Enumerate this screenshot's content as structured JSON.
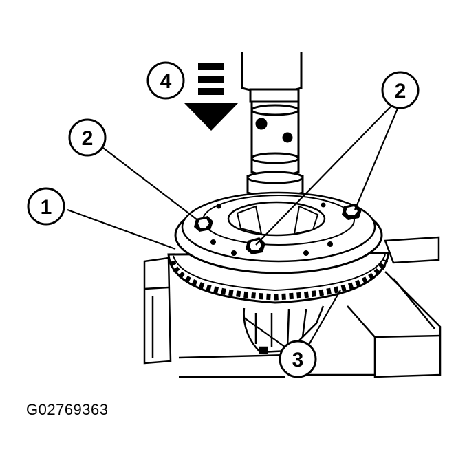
{
  "figure": {
    "id_label": "G02769363",
    "callouts": [
      {
        "key": "callout-1",
        "label": "1"
      },
      {
        "key": "callout-2-left",
        "label": "2"
      },
      {
        "key": "callout-2-right",
        "label": "2"
      },
      {
        "key": "callout-3",
        "label": "3"
      },
      {
        "key": "callout-4",
        "label": "4"
      }
    ],
    "colors": {
      "ink": "#000000",
      "paper": "#ffffff"
    }
  }
}
